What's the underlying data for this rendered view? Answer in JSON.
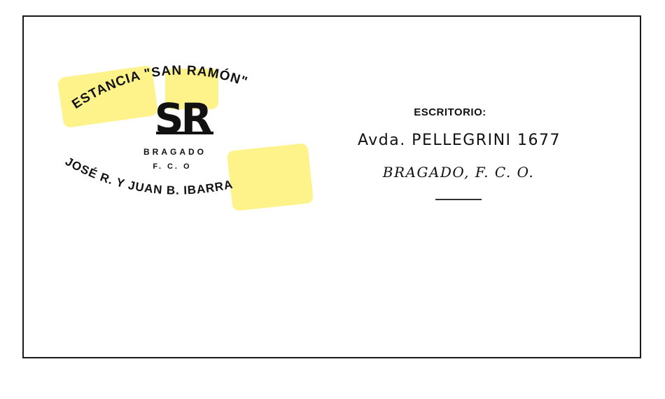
{
  "card": {
    "estate_line": "ESTANCIA \"SAN RAMÓN\"",
    "monogram": "SR",
    "city_small": "BRAGADO",
    "rail_small": "F. C. O",
    "owners_line": "JOSÉ R. Y JUAN B. IBARRA"
  },
  "office": {
    "label": "ESCRITORIO:",
    "address": "Avda. PELLEGRINI 1677",
    "city": "BRAGADO, F. C. O."
  },
  "colors": {
    "highlight": "#fdf38a",
    "ink": "#111111",
    "border": "#1a1a1a"
  }
}
